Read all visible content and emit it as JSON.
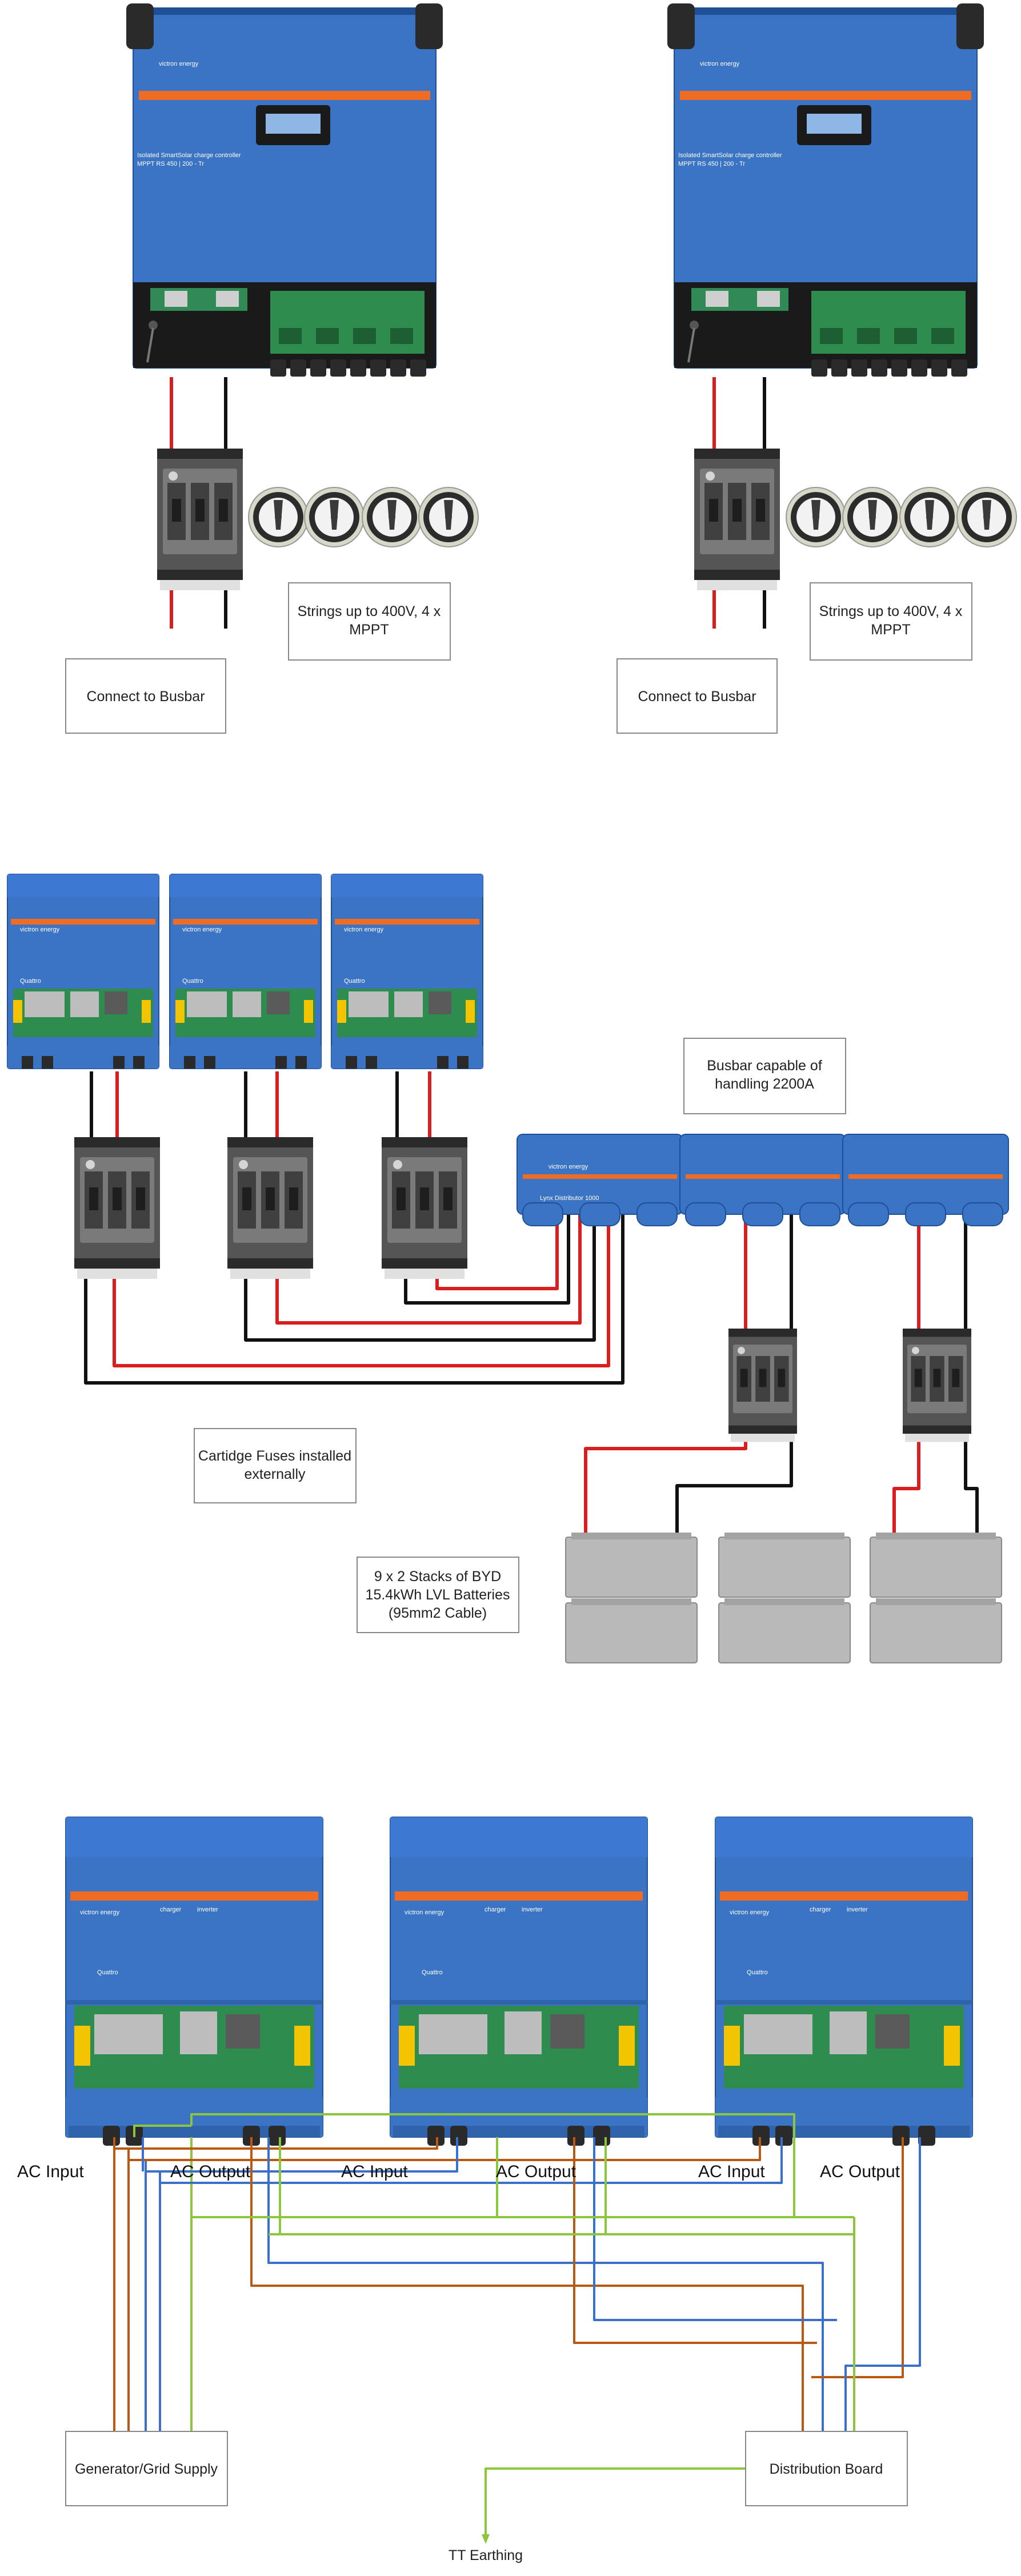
{
  "mppt": {
    "brand": "victron energy",
    "model": "MPPT RS 450 | 200 - Tr",
    "subtitle": "Isolated SmartSolar charge controller"
  },
  "quattro": {
    "brand": "victron energy",
    "model": "Quattro",
    "charger": "charger",
    "inverter": "inverter"
  },
  "busbar_brand": "victron energy",
  "busbar_model": "Lynx Distributor 1000",
  "labels": {
    "strings_1": [
      "Strings up to 400V, 4 x",
      "MPPT"
    ],
    "strings_2": [
      "Strings up to 400V, 4 x",
      "MPPT"
    ],
    "connect_1": "Connect to Busbar",
    "connect_2": "Connect to Busbar",
    "busbar_cap": [
      "Busbar capable of",
      "handling 2200A"
    ],
    "cartridge": [
      "Cartidge Fuses installed",
      "externally"
    ],
    "byd": [
      "9 x 2 Stacks of BYD",
      "15.4kWh LVL Batteries",
      "(95mm2 Cable)"
    ],
    "ac_input_1": "AC Input",
    "ac_output_1": "AC Output",
    "ac_input_2": "AC Input",
    "ac_output_2": "AC Output",
    "ac_input_3": "AC Input",
    "ac_output_3": "AC Output",
    "generator": "Generator/Grid Supply",
    "distribution": "Distribution Board",
    "tt_earthing": "TT Earthing"
  },
  "colors": {
    "device_blue": "#3b74c4",
    "device_dark": "#1a1a1a",
    "accent_orange": "#f06c23",
    "wire_red": "#d81e1e",
    "wire_black": "#111111",
    "wire_brown": "#b85a14",
    "wire_blue": "#3c6fc8",
    "wire_green": "#8cc63f",
    "fuse_grey": "#5c5c5c",
    "battery_grey": "#b9b9b9"
  }
}
